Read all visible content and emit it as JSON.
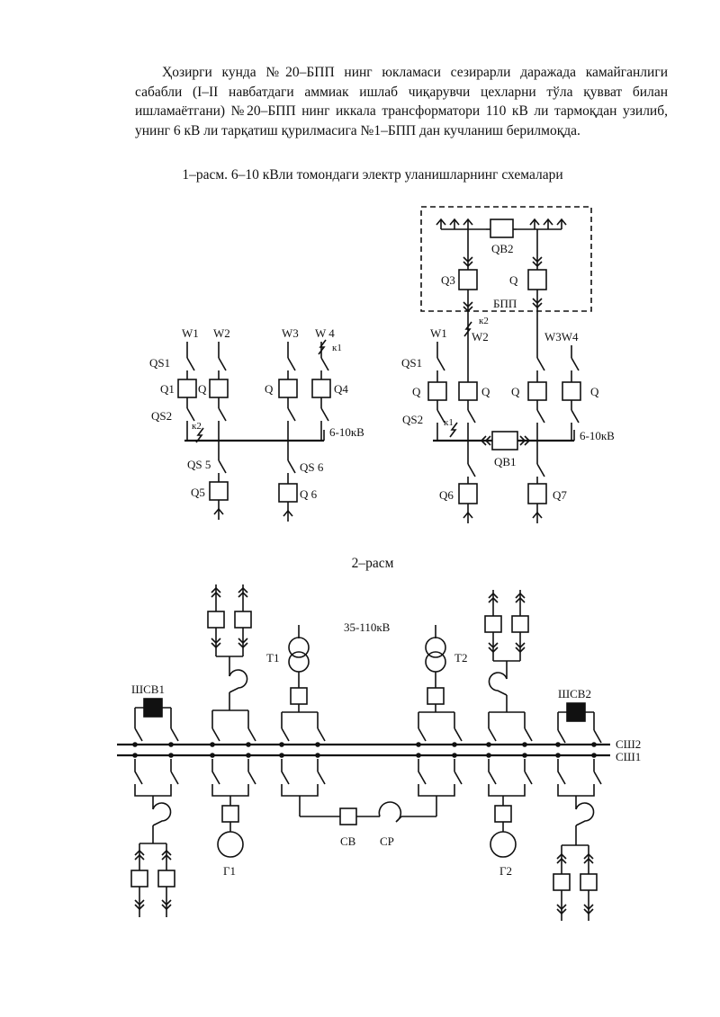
{
  "paragraph": {
    "text": "Ҳозирги кунда №20–БПП нинг юкламаси сезирарли даражада камайганлиги сабабли (I–II навбатдаги аммиак ишлаб чиқарувчи цехларни тўла қувват билан ишламаётгани) №20–БПП нинг иккала трансформатори 110 кВ ли тармоқдан узилиб, унинг 6 кВ ли тарқатиш қурилмасига №1–БПП дан кучланиш берилмоқда."
  },
  "figure1": {
    "caption": "1–расм. 6–10 кВли томондаги электр  уланишларнинг схемалари",
    "left": {
      "lines": [
        "W1",
        "W2",
        "W3",
        "W 4"
      ],
      "k1": "к1",
      "k2": "к2",
      "switches": [
        "QS1",
        "QS2",
        "QS 5",
        "QS 6"
      ],
      "breakers": [
        "Q1",
        "Q",
        "Q",
        "Q4",
        "Q5",
        "Q 6"
      ],
      "bus": "6-10кВ"
    },
    "right": {
      "substation": "БПП",
      "sectional": "QB2",
      "feeders": [
        "Q3",
        "Q"
      ],
      "k2": "к2",
      "k1": "к1",
      "lines": [
        "W1",
        "W2",
        "W3W4"
      ],
      "switches": [
        "QS1",
        "QS2"
      ],
      "breakers": [
        "Q",
        "Q",
        "Q",
        "Q",
        "Q6",
        "Q7"
      ],
      "bus_breaker": "QB1",
      "bus": "6-10кВ"
    }
  },
  "figure2": {
    "caption": "2–расм",
    "voltage": "35-110кВ",
    "transformers": [
      "Т1",
      "Т2"
    ],
    "bus_couplers": [
      "ШСВ1",
      "ШСВ2"
    ],
    "buses": [
      "СШ2",
      "СШ1"
    ],
    "generators": [
      "Г1",
      "Г2"
    ],
    "section_breaker": "СВ",
    "reactor": "СР"
  }
}
